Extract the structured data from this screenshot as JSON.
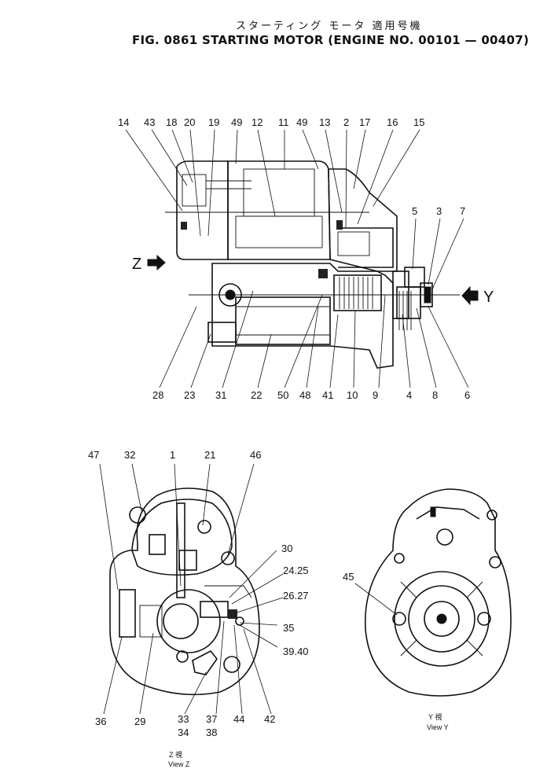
{
  "header": {
    "jp_title": "スターティング モータ  適用号機",
    "title": "FIG. 0861  STARTING MOTOR (ENGINE NO. 00101 — 00407)"
  },
  "side_view": {
    "arrow_z": "Z",
    "arrow_y": "Y",
    "top_callouts": [
      "14",
      "43",
      "18",
      "20",
      "19",
      "49",
      "12",
      "11",
      "49",
      "13",
      "2",
      "17",
      "16",
      "15"
    ],
    "right_callouts": [
      "5",
      "3",
      "7"
    ],
    "bottom_callouts": [
      "28",
      "23",
      "31",
      "22",
      "50",
      "48",
      "41",
      "10",
      "9",
      "4",
      "8",
      "6"
    ]
  },
  "view_z": {
    "callouts_top": [
      "47",
      "32",
      "1",
      "21",
      "46"
    ],
    "callouts_right": [
      "30",
      "24.25",
      "26.27",
      "35",
      "39.40"
    ],
    "callouts_bottom": [
      "36",
      "29",
      "33",
      "34",
      "37",
      "38",
      "44",
      "42"
    ],
    "caption_jp": "Z  視",
    "caption": "View  Z"
  },
  "view_y": {
    "callouts": [
      "45"
    ],
    "caption_jp": "Y  視",
    "caption": "View  Y"
  }
}
